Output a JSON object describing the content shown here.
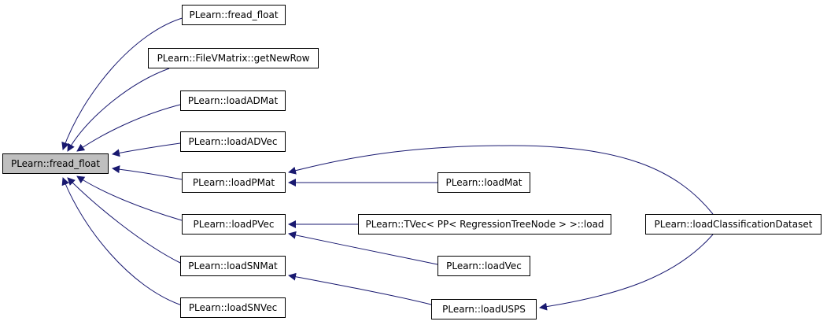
{
  "colors": {
    "edge": "#191970",
    "node_border": "#000000",
    "root_fill": "#bfbfbf",
    "node_fill": "#ffffff"
  },
  "nodes": {
    "root": "PLearn::fread_float",
    "fread_float_2": "PLearn::fread_float",
    "getNewRow": "PLearn::FileVMatrix::getNewRow",
    "loadADMat": "PLearn::loadADMat",
    "loadADVec": "PLearn::loadADVec",
    "loadPMat": "PLearn::loadPMat",
    "loadPVec": "PLearn::loadPVec",
    "loadSNMat": "PLearn::loadSNMat",
    "loadSNVec": "PLearn::loadSNVec",
    "loadMat": "PLearn::loadMat",
    "tvecLoad": "PLearn::TVec< PP< RegressionTreeNode > >::load",
    "loadVec": "PLearn::loadVec",
    "loadUSPS": "PLearn::loadUSPS",
    "loadClassificationDataset": "PLearn::loadClassificationDataset"
  },
  "edges": [
    {
      "from": "fread_float_2",
      "to": "root"
    },
    {
      "from": "getNewRow",
      "to": "root"
    },
    {
      "from": "loadADMat",
      "to": "root"
    },
    {
      "from": "loadADVec",
      "to": "root"
    },
    {
      "from": "loadPMat",
      "to": "root"
    },
    {
      "from": "loadPVec",
      "to": "root"
    },
    {
      "from": "loadSNMat",
      "to": "root"
    },
    {
      "from": "loadSNVec",
      "to": "root"
    },
    {
      "from": "loadMat",
      "to": "loadPMat"
    },
    {
      "from": "loadClassificationDataset",
      "to": "loadPMat"
    },
    {
      "from": "tvecLoad",
      "to": "loadPVec"
    },
    {
      "from": "loadVec",
      "to": "loadPVec"
    },
    {
      "from": "loadUSPS",
      "to": "loadSNMat"
    },
    {
      "from": "loadClassificationDataset",
      "to": "loadUSPS"
    }
  ]
}
